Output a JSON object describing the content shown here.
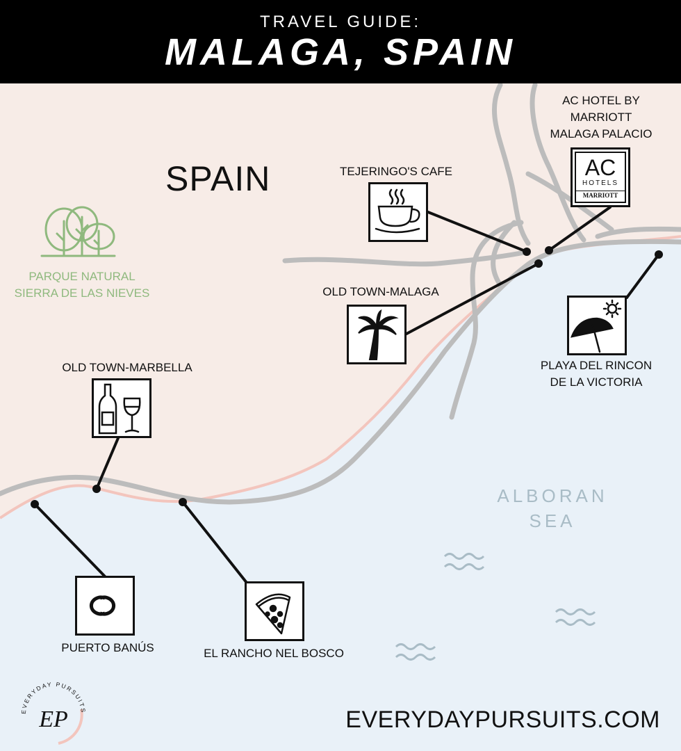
{
  "header": {
    "subtitle": "TRAVEL GUIDE:",
    "title": "MALAGA, SPAIN"
  },
  "map": {
    "country_label": "SPAIN",
    "sea_label": [
      "ALBORAN",
      "SEA"
    ],
    "park_label": [
      "PARQUE NATURAL",
      "SIERRA DE LAS NIEVES"
    ],
    "colors": {
      "land": "#f7ece7",
      "sea": "#e9f1f8",
      "coast": "#f3c5bd",
      "roads": "#bcbcbc",
      "park": "#8fb97e",
      "waves": "#a9bcc6"
    }
  },
  "places": [
    {
      "id": "ac-hotel",
      "name_lines": [
        "AC HOTEL BY",
        "MARRIOTT",
        "MALAGA PALACIO"
      ],
      "icon": "ac-hotels-logo-icon"
    },
    {
      "id": "tejeringos",
      "name_lines": [
        "TEJERINGO'S CAFE"
      ],
      "icon": "coffee-cup-icon"
    },
    {
      "id": "old-town-malaga",
      "name_lines": [
        "OLD TOWN-MALAGA"
      ],
      "icon": "palm-tree-icon"
    },
    {
      "id": "playa-rincon",
      "name_lines": [
        "PLAYA DEL RINCON",
        "DE LA VICTORIA"
      ],
      "icon": "beach-umbrella-icon"
    },
    {
      "id": "old-town-marbella",
      "name_lines": [
        "OLD TOWN-MARBELLA"
      ],
      "icon": "wine-bottle-glass-icon"
    },
    {
      "id": "puerto-banus",
      "name_lines": [
        "PUERTO BANÚS"
      ],
      "icon": "chanel-logo-icon"
    },
    {
      "id": "el-rancho",
      "name_lines": [
        "EL RANCHO NEL BOSCO"
      ],
      "icon": "pizza-slice-icon"
    }
  ],
  "ac_logo": {
    "letters": "AC",
    "line1": "HOTELS",
    "line2": "MARRIOTT"
  },
  "footer": {
    "url": "EVERYDAYPURSUITS.COM",
    "brand_monogram": "EP",
    "brand_arc_text": "EVERYDAY PURSUITS"
  }
}
